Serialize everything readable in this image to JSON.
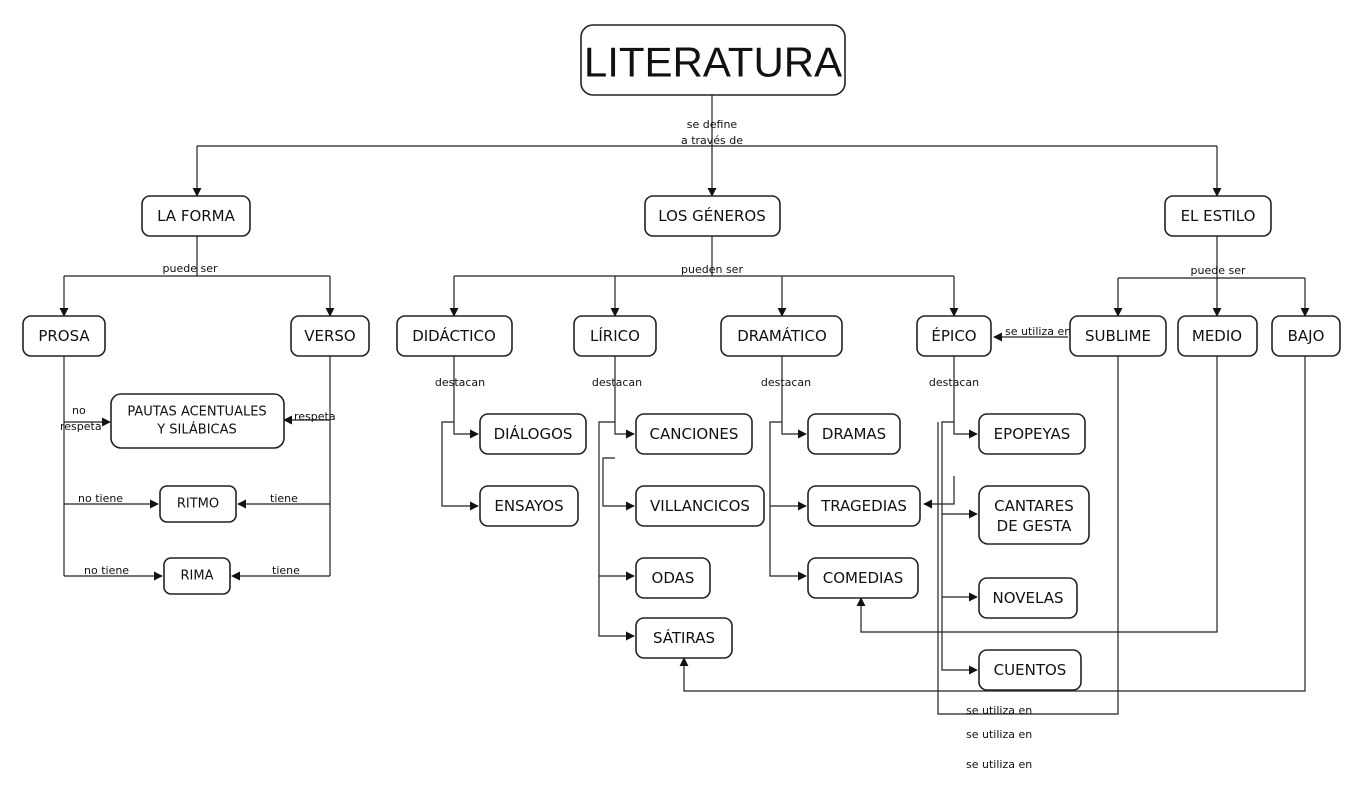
{
  "nodes": {
    "literatura": "LITERATURA",
    "forma": "LA FORMA",
    "generos": "LOS GÉNEROS",
    "estilo": "EL ESTILO",
    "prosa": "PROSA",
    "verso": "VERSO",
    "pautas_1": "PAUTAS ACENTUALES",
    "pautas_2": "Y SILÁBICAS",
    "ritmo": "RITMO",
    "rima": "RIMA",
    "didactico": "DIDÁCTICO",
    "lirico": "LÍRICO",
    "dramatico": "DRAMÁTICO",
    "epico": "ÉPICO",
    "sublime": "SUBLIME",
    "medio": "MEDIO",
    "bajo": "BAJO",
    "dialogos": "DIÁLOGOS",
    "ensayos": "ENSAYOS",
    "canciones": "CANCIONES",
    "villancicos": "VILLANCICOS",
    "odas": "ODAS",
    "satiras": "SÁTIRAS",
    "dramas": "DRAMAS",
    "tragedias": "TRAGEDIAS",
    "comedias": "COMEDIAS",
    "epopeyas": "EPOPEYAS",
    "cantares_1": "CANTARES",
    "cantares_2": "DE GESTA",
    "novelas": "NOVELAS",
    "cuentos": "CUENTOS"
  },
  "labels": {
    "se_define": "se define",
    "a_traves": "a través de",
    "puede_ser_forma": "puede ser",
    "pueden_ser": "pueden ser",
    "puede_ser_estilo": "puede ser",
    "no": "no",
    "respeta_no": "respeta",
    "respeta": "respeta",
    "no_tiene_ritmo": "no tiene",
    "tiene_ritmo": "tiene",
    "no_tiene_rima": "no tiene",
    "tiene_rima": "tiene",
    "destacan_didactico": "destacan",
    "destacan_lirico": "destacan",
    "destacan_dramatico": "destacan",
    "destacan_epico": "destacan",
    "se_utiliza_top": "se utiliza en",
    "se_utiliza_1": "se utiliza en",
    "se_utiliza_2": "se utiliza en",
    "se_utiliza_3": "se utiliza en"
  }
}
